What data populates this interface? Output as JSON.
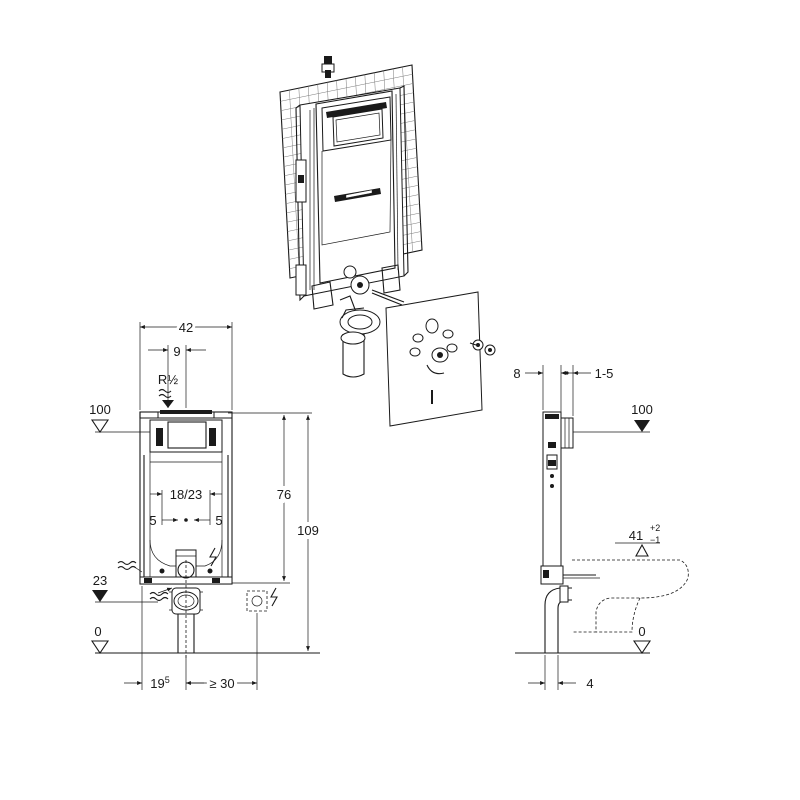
{
  "front_view": {
    "width_total": "42",
    "offset_connection": "9",
    "water_connection": "R½",
    "top_level": "100",
    "flush_spacing": "18/23",
    "flush_offset_left": "5",
    "flush_offset_right": "5",
    "frame_height": "76",
    "total_height": "109",
    "waste_level": "23",
    "floor_level": "0",
    "waste_offset": "19",
    "waste_offset_sup": "5",
    "power_distance": "≥ 30"
  },
  "side_view": {
    "depth_frame": "8",
    "wall_gap": "1-5",
    "top_level": "100",
    "bowl_height": "41",
    "tol_plus": "+2",
    "tol_minus": "−1",
    "floor_level": "0",
    "pipe_offset": "4"
  }
}
